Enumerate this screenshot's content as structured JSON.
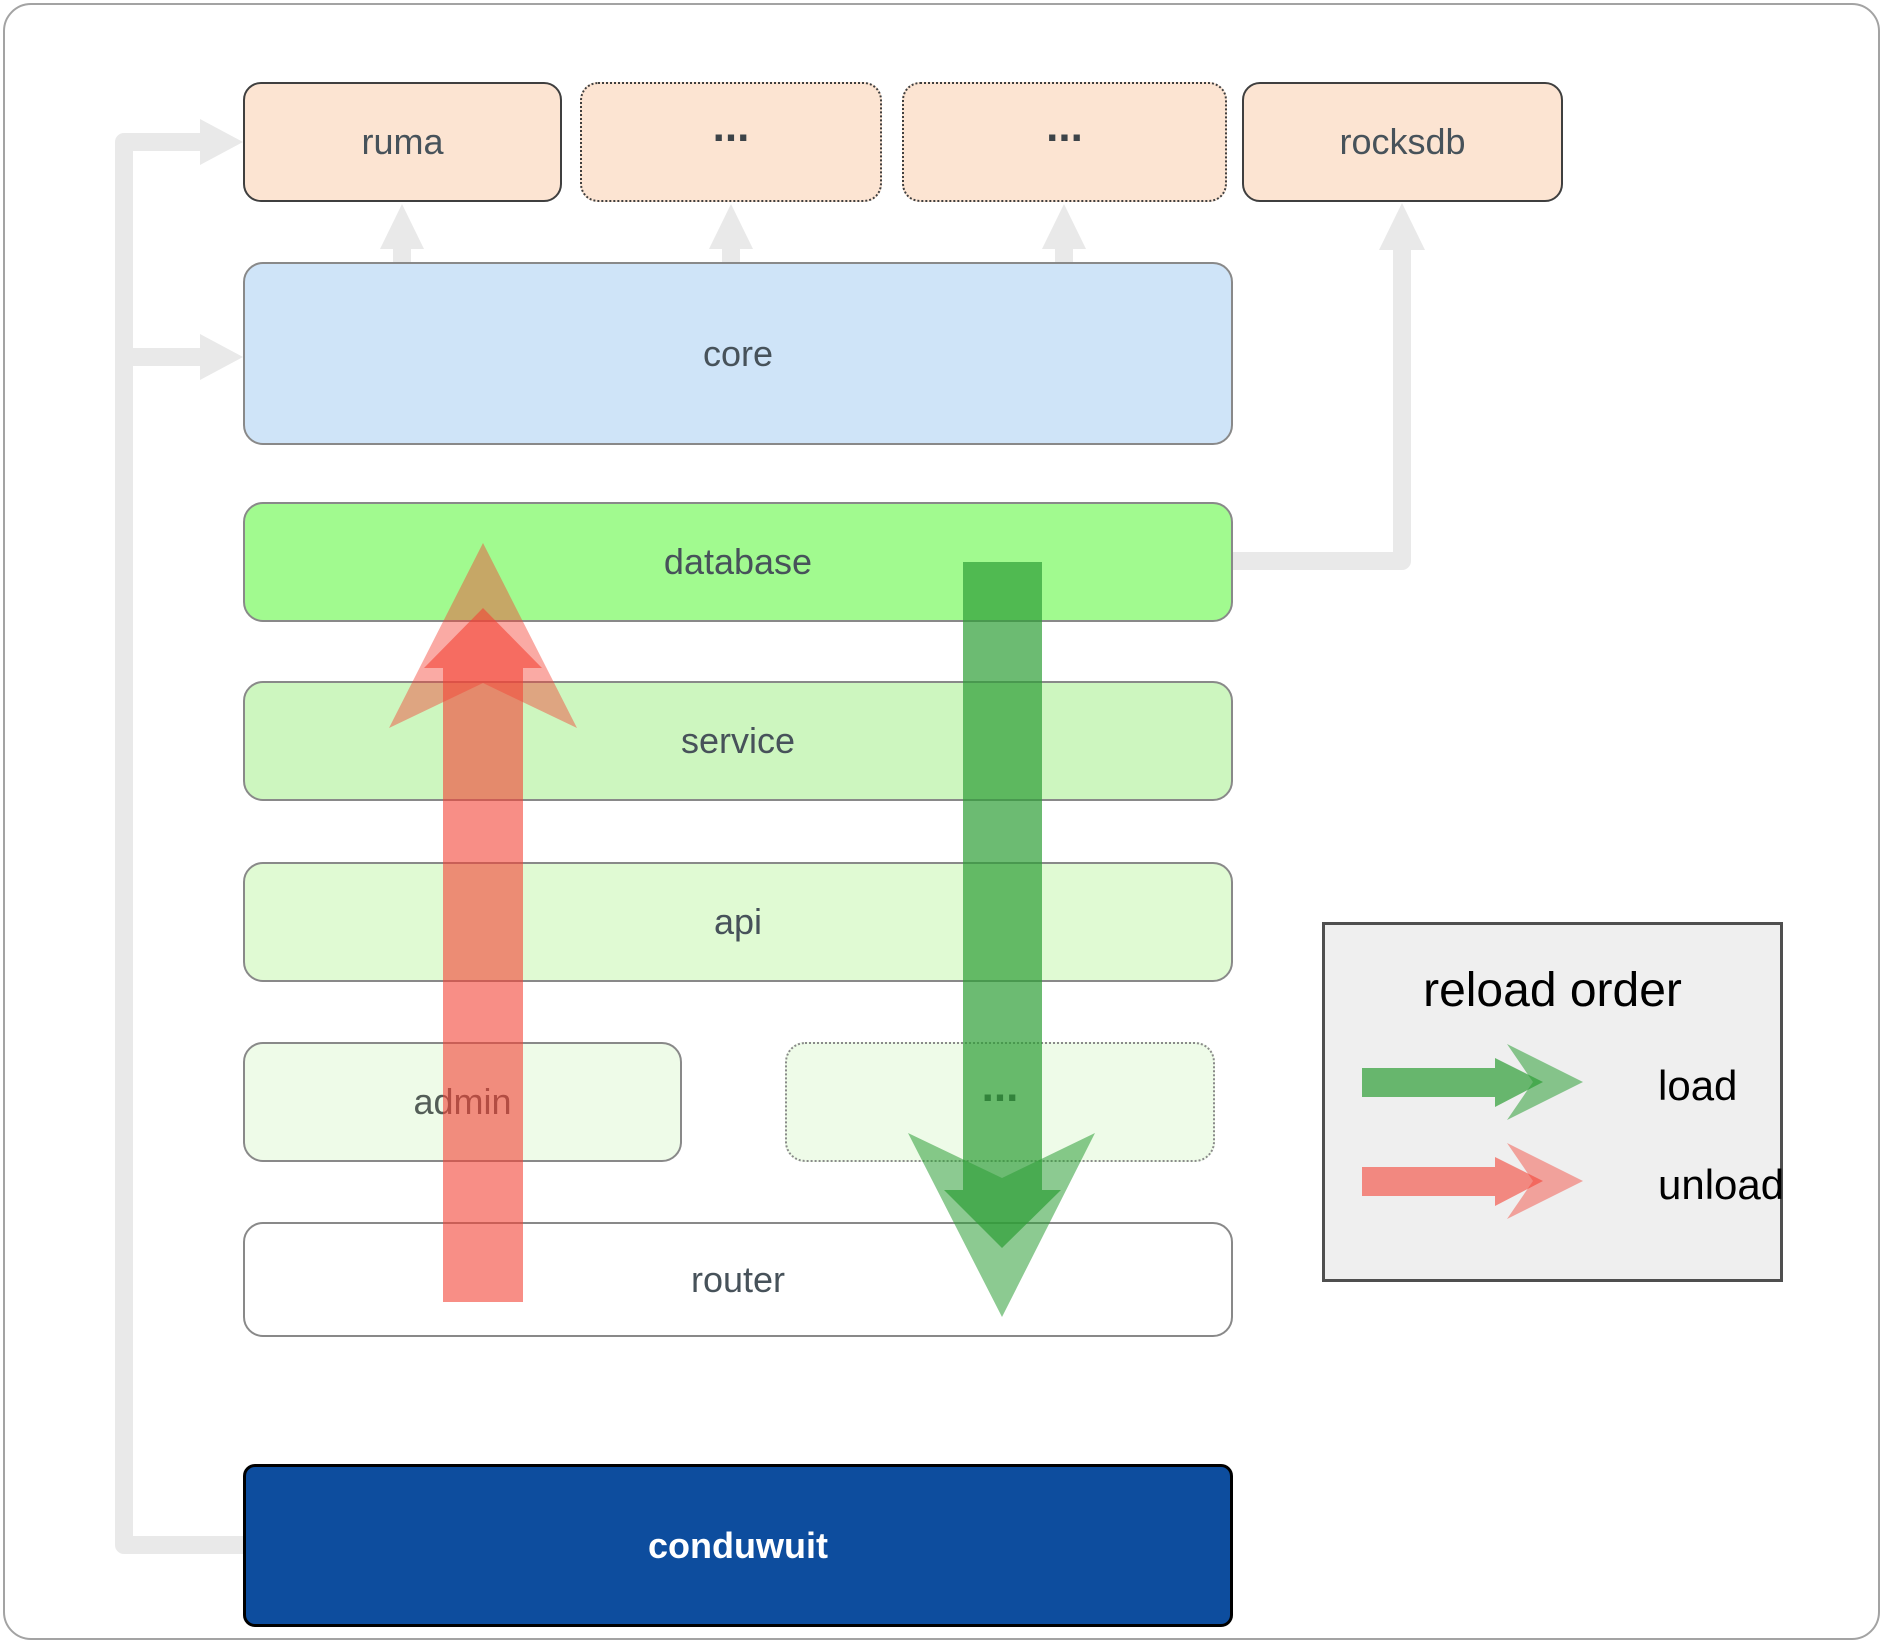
{
  "diagram": {
    "top_row": [
      {
        "label": "ruma",
        "border": "solid"
      },
      {
        "label": "...",
        "border": "dotted"
      },
      {
        "label": "...",
        "border": "dotted"
      },
      {
        "label": "rocksdb",
        "border": "solid"
      }
    ],
    "core": {
      "label": "core"
    },
    "database": {
      "label": "database"
    },
    "service": {
      "label": "service"
    },
    "api": {
      "label": "api"
    },
    "admin_row": [
      {
        "label": "admin",
        "border": "solid"
      },
      {
        "label": "...",
        "border": "dotted"
      }
    ],
    "router": {
      "label": "router"
    },
    "app": {
      "label": "conduwuit"
    }
  },
  "legend": {
    "title": "reload order",
    "items": [
      {
        "label": "load",
        "color": "#2e9e36"
      },
      {
        "label": "unload",
        "color": "#f44336"
      }
    ]
  },
  "colors": {
    "peach_box": "#fce4d2",
    "core_box": "#cfe4f8",
    "database_box": "#a1fa8f",
    "service_box": "#cdf6bf",
    "api_box": "#e0fad3",
    "admin_box": "#eefbe8",
    "router_box": "#ffffff",
    "conduwuit_box": "#0d4d9e",
    "connector_gray": "#e9e9e9",
    "load_green": "#2e9e36",
    "unload_red": "#f44336",
    "legend_bg": "#efefef"
  }
}
